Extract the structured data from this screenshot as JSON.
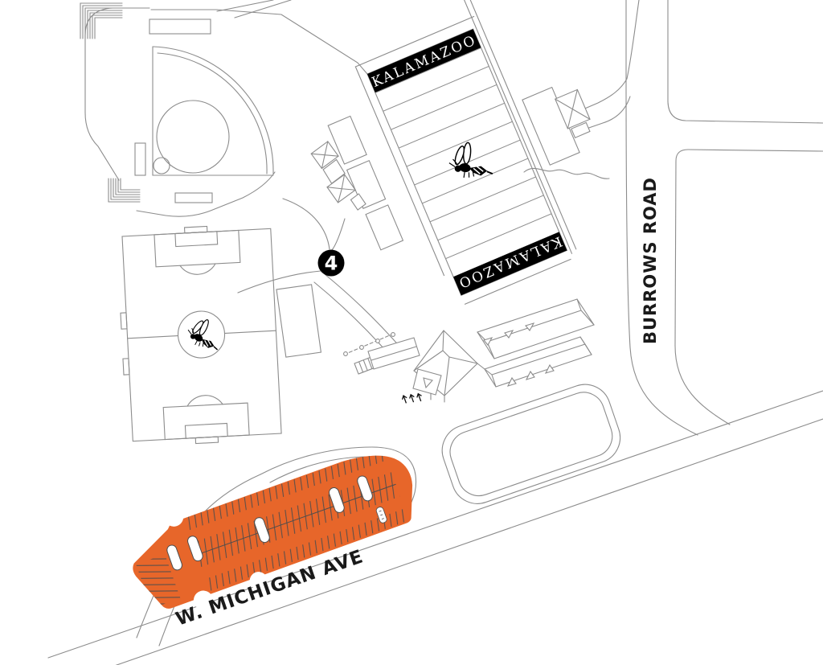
{
  "map": {
    "labels": {
      "football_endzone_top": "KALAMAZOO",
      "football_endzone_bottom": "KALAMAZOO",
      "road_east": "BURROWS ROAD",
      "road_south": "W. MICHIGAN AVE"
    },
    "marker": {
      "number": "4"
    },
    "colors": {
      "highlight_orange": "#E7662A",
      "line_gray": "#8C8C8C",
      "banner_black": "#000000",
      "stall_line": "#4D4D4D"
    },
    "icons": {
      "football_midfield": "hornet-mascot-icon",
      "soccer_center": "hornet-mascot-icon"
    }
  }
}
